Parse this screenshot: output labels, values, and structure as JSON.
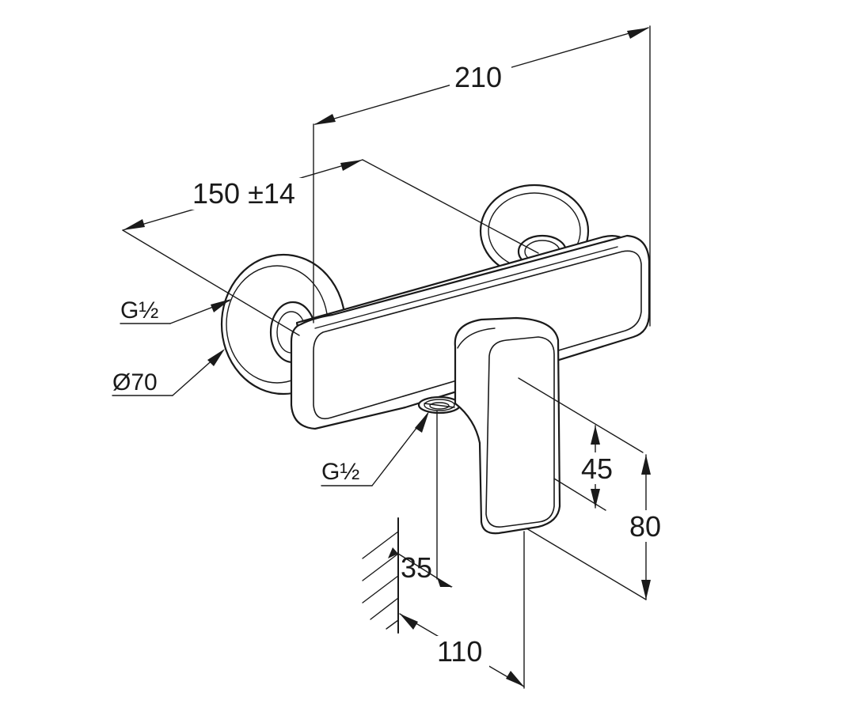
{
  "drawing": {
    "type": "technical-dimension-drawing",
    "subject": "wall-mounted shower mixer",
    "line_color": "#1a1a1a",
    "background": "#ffffff"
  },
  "dimensions": {
    "overall_width": "210",
    "connection_spacing": "150 ±14",
    "inlet_thread": "G½",
    "rosette_diameter": "Ø70",
    "outlet_thread": "G½",
    "lever_height": "45",
    "body_height": "80",
    "wall_to_outlet": "35",
    "wall_to_lever": "110"
  }
}
